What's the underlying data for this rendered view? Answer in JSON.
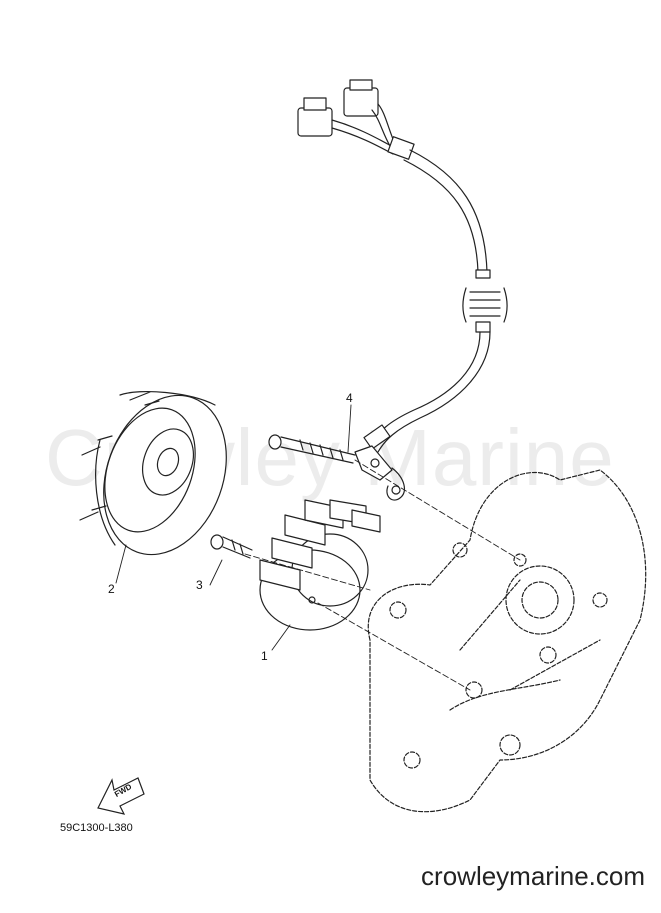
{
  "watermark": "Crowley Marine",
  "callouts": [
    {
      "id": "1",
      "label": "1"
    },
    {
      "id": "2",
      "label": "2"
    },
    {
      "id": "3",
      "label": "3"
    },
    {
      "id": "4",
      "label": "4"
    }
  ],
  "direction_arrow": "FWD",
  "document_code": "59C1300-L380",
  "site_url": "crowleymarine.com",
  "colors": {
    "line": "#222222",
    "watermark": "#ececec"
  },
  "icons": [
    "fwd-arrow-icon"
  ]
}
